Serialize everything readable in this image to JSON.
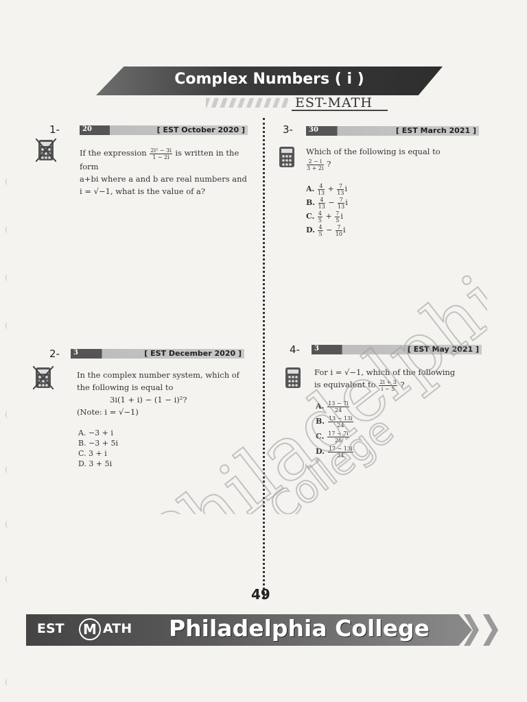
{
  "header": {
    "title": "Complex Numbers ( i )",
    "subtitle": "EST-MATH"
  },
  "questions": [
    {
      "number": "1-",
      "badge": "20",
      "source": "[ EST October 2020 ]",
      "text_a": "If the expression",
      "frac_top": "2i² − 3i",
      "frac_bottom": "1 − 2i",
      "text_b": "is written in the form",
      "text_c": "a+bi where a and b are real numbers and",
      "text_d": "i = √−1, what is the value of a?"
    },
    {
      "number": "3-",
      "badge": "30",
      "source": "[ EST March 2021 ]",
      "text_a": "Which of the following is equal to",
      "frac_top": "2 − i",
      "frac_bottom": "3 + 2i",
      "text_b": "?",
      "options": [
        {
          "letter": "A.",
          "f1t": "4",
          "f1b": "13",
          "op": "+",
          "f2t": "7",
          "f2b": "13",
          "tail": "i"
        },
        {
          "letter": "B.",
          "f1t": "4",
          "f1b": "13",
          "op": "−",
          "f2t": "7",
          "f2b": "13",
          "tail": "i"
        },
        {
          "letter": "C.",
          "f1t": "4",
          "f1b": "5",
          "op": "+",
          "f2t": "7",
          "f2b": "5",
          "tail": "i"
        },
        {
          "letter": "D.",
          "f1t": "4",
          "f1b": "5",
          "op": "−",
          "f2t": "7",
          "f2b": "10",
          "tail": "i"
        }
      ]
    },
    {
      "number": "2-",
      "badge": "3",
      "source": "[ EST December 2020 ]",
      "text_a": "In the complex number system, which of",
      "text_b": "the following is equal to",
      "expr": "3i(1 + i) − (1 − i)²?",
      "note": "(Note: i = √−1)",
      "options": [
        {
          "letter": "A.",
          "value": "−3 + i"
        },
        {
          "letter": "B.",
          "value": "−3 + 5i"
        },
        {
          "letter": "C.",
          "value": "3 + i"
        },
        {
          "letter": "D.",
          "value": "3 + 5i"
        }
      ]
    },
    {
      "number": "4-",
      "badge": "3",
      "source": "[ EST May 2021 ]",
      "text_a": "For i = √−1, which of the following",
      "text_b": "is equivalent to",
      "frac_top": "2i + 3",
      "frac_bottom": "i − 5",
      "text_c": "?",
      "options": [
        {
          "letter": "A.",
          "top": "13 − 7i",
          "bottom": "24"
        },
        {
          "letter": "B.",
          "top": "13 − 13i",
          "bottom": "24"
        },
        {
          "letter": "C.",
          "top": "17 − 7i",
          "bottom": "26"
        },
        {
          "letter": "D.",
          "top": "17 − 13i",
          "bottom": "24"
        }
      ]
    }
  ],
  "watermark": {
    "line1": "Philadelphia",
    "line2": "College"
  },
  "page_number": "49",
  "footer": {
    "est": "EST",
    "m": "M",
    "ath": "ATH",
    "college": "Philadelphia College"
  },
  "colors": {
    "band_dark": "#3a3a3a",
    "bar_light": "#c9c9c9",
    "watermark": "#9a9a9a"
  }
}
